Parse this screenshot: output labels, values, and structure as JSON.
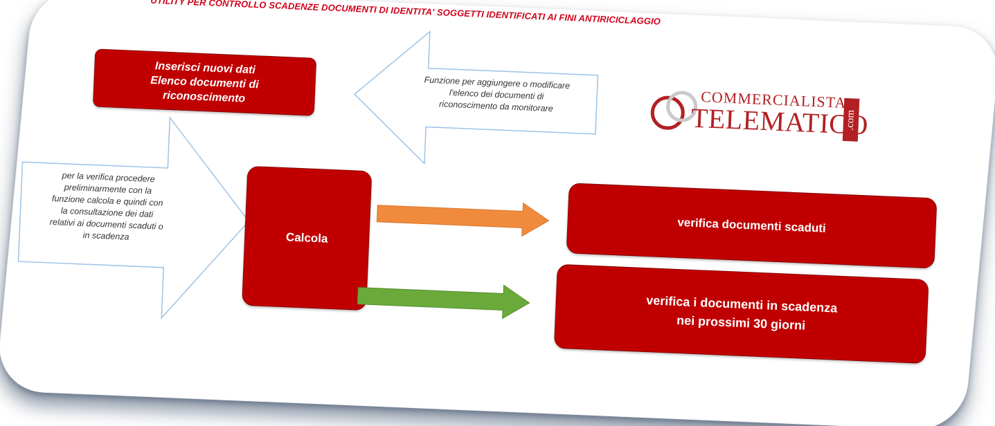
{
  "header": {
    "title": "UTILITY PER CONTROLLO SCADENZE DOCUMENTI DI IDENTITA' SOGGETTI IDENTIFICATI AI FINI ANTIRICICLAGGIO"
  },
  "buttons": {
    "insert_label": "Inserisci nuovi dati\nElenco documenti di\nriconoscimento",
    "calcola_label": "Calcola",
    "scaduti_label": "verifica documenti scaduti",
    "scadenza_label": "verifica i documenti in scadenza\nnei prossimi 30 giorni"
  },
  "callouts": {
    "modify_text": "Funzione per aggiungere o modificare\nl'elenco dei documenti di\nriconoscimento da monitorare",
    "procedure_text": "per la verifica procedere\npreliminarmente con la\nfunzione calcola e quindi con\nla consultazione dei dati\nrelativi ai documenti scaduti o\nin scadenza"
  },
  "logo": {
    "top_text": "COMMERCIALISTA",
    "main_text": "TELEMATICO",
    "tag_text": ".com"
  },
  "colors": {
    "button_red": "#c00000",
    "title_red": "#d0021b",
    "logo_red": "#b22024",
    "arrow_orange": "#f08a3c",
    "arrow_green": "#6aaa3a",
    "outline_blue": "#9dc3e6"
  },
  "icons": {
    "arrow_orange": "arrow-right-icon",
    "arrow_green": "arrow-right-icon",
    "logo_mark": "interlocked-rings-icon"
  }
}
